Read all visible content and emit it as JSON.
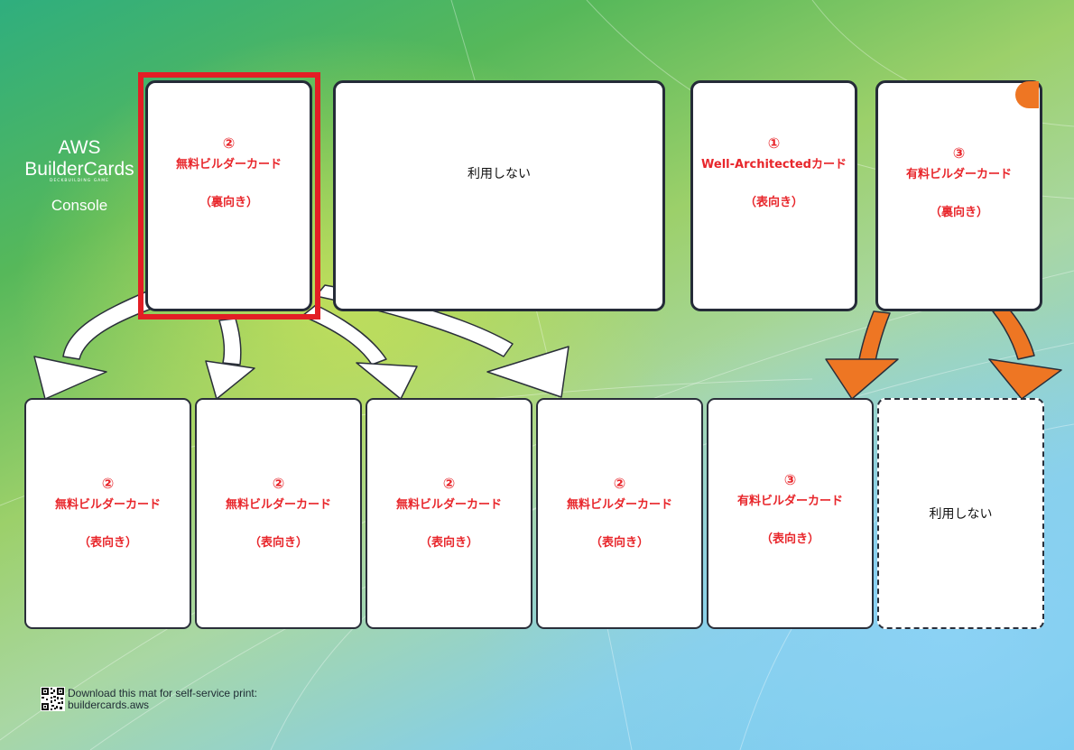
{
  "logo": {
    "line1": "AWS",
    "line2": "BuilderCards",
    "tagline": "DECKBUILDING GAME",
    "mode": "Console"
  },
  "top_cards": [
    {
      "number": "②",
      "name": "無料ビルダーカード",
      "facing": "（裏向き）"
    },
    {
      "text": "利用しない"
    },
    {
      "number": "①",
      "name": "Well-Architectedカード",
      "facing": "（表向き）"
    },
    {
      "number": "③",
      "name": "有料ビルダーカード",
      "facing": "（裏向き）"
    }
  ],
  "bottom_cards": [
    {
      "number": "②",
      "name": "無料ビルダーカード",
      "facing": "（表向き）"
    },
    {
      "number": "②",
      "name": "無料ビルダーカード",
      "facing": "（表向き）"
    },
    {
      "number": "②",
      "name": "無料ビルダーカード",
      "facing": "（表向き）"
    },
    {
      "number": "②",
      "name": "無料ビルダーカード",
      "facing": "（表向き）"
    },
    {
      "number": "③",
      "name": "有料ビルダーカード",
      "facing": "（表向き）"
    },
    {
      "text": "利用しない"
    }
  ],
  "footer": {
    "line1": "Download this mat for self-service print:",
    "line2": "buildercards.aws"
  },
  "colors": {
    "label_red": "#e8262b",
    "highlight_red": "#e31e25",
    "arrow_orange": "#ee7623",
    "card_border": "#252b38"
  }
}
